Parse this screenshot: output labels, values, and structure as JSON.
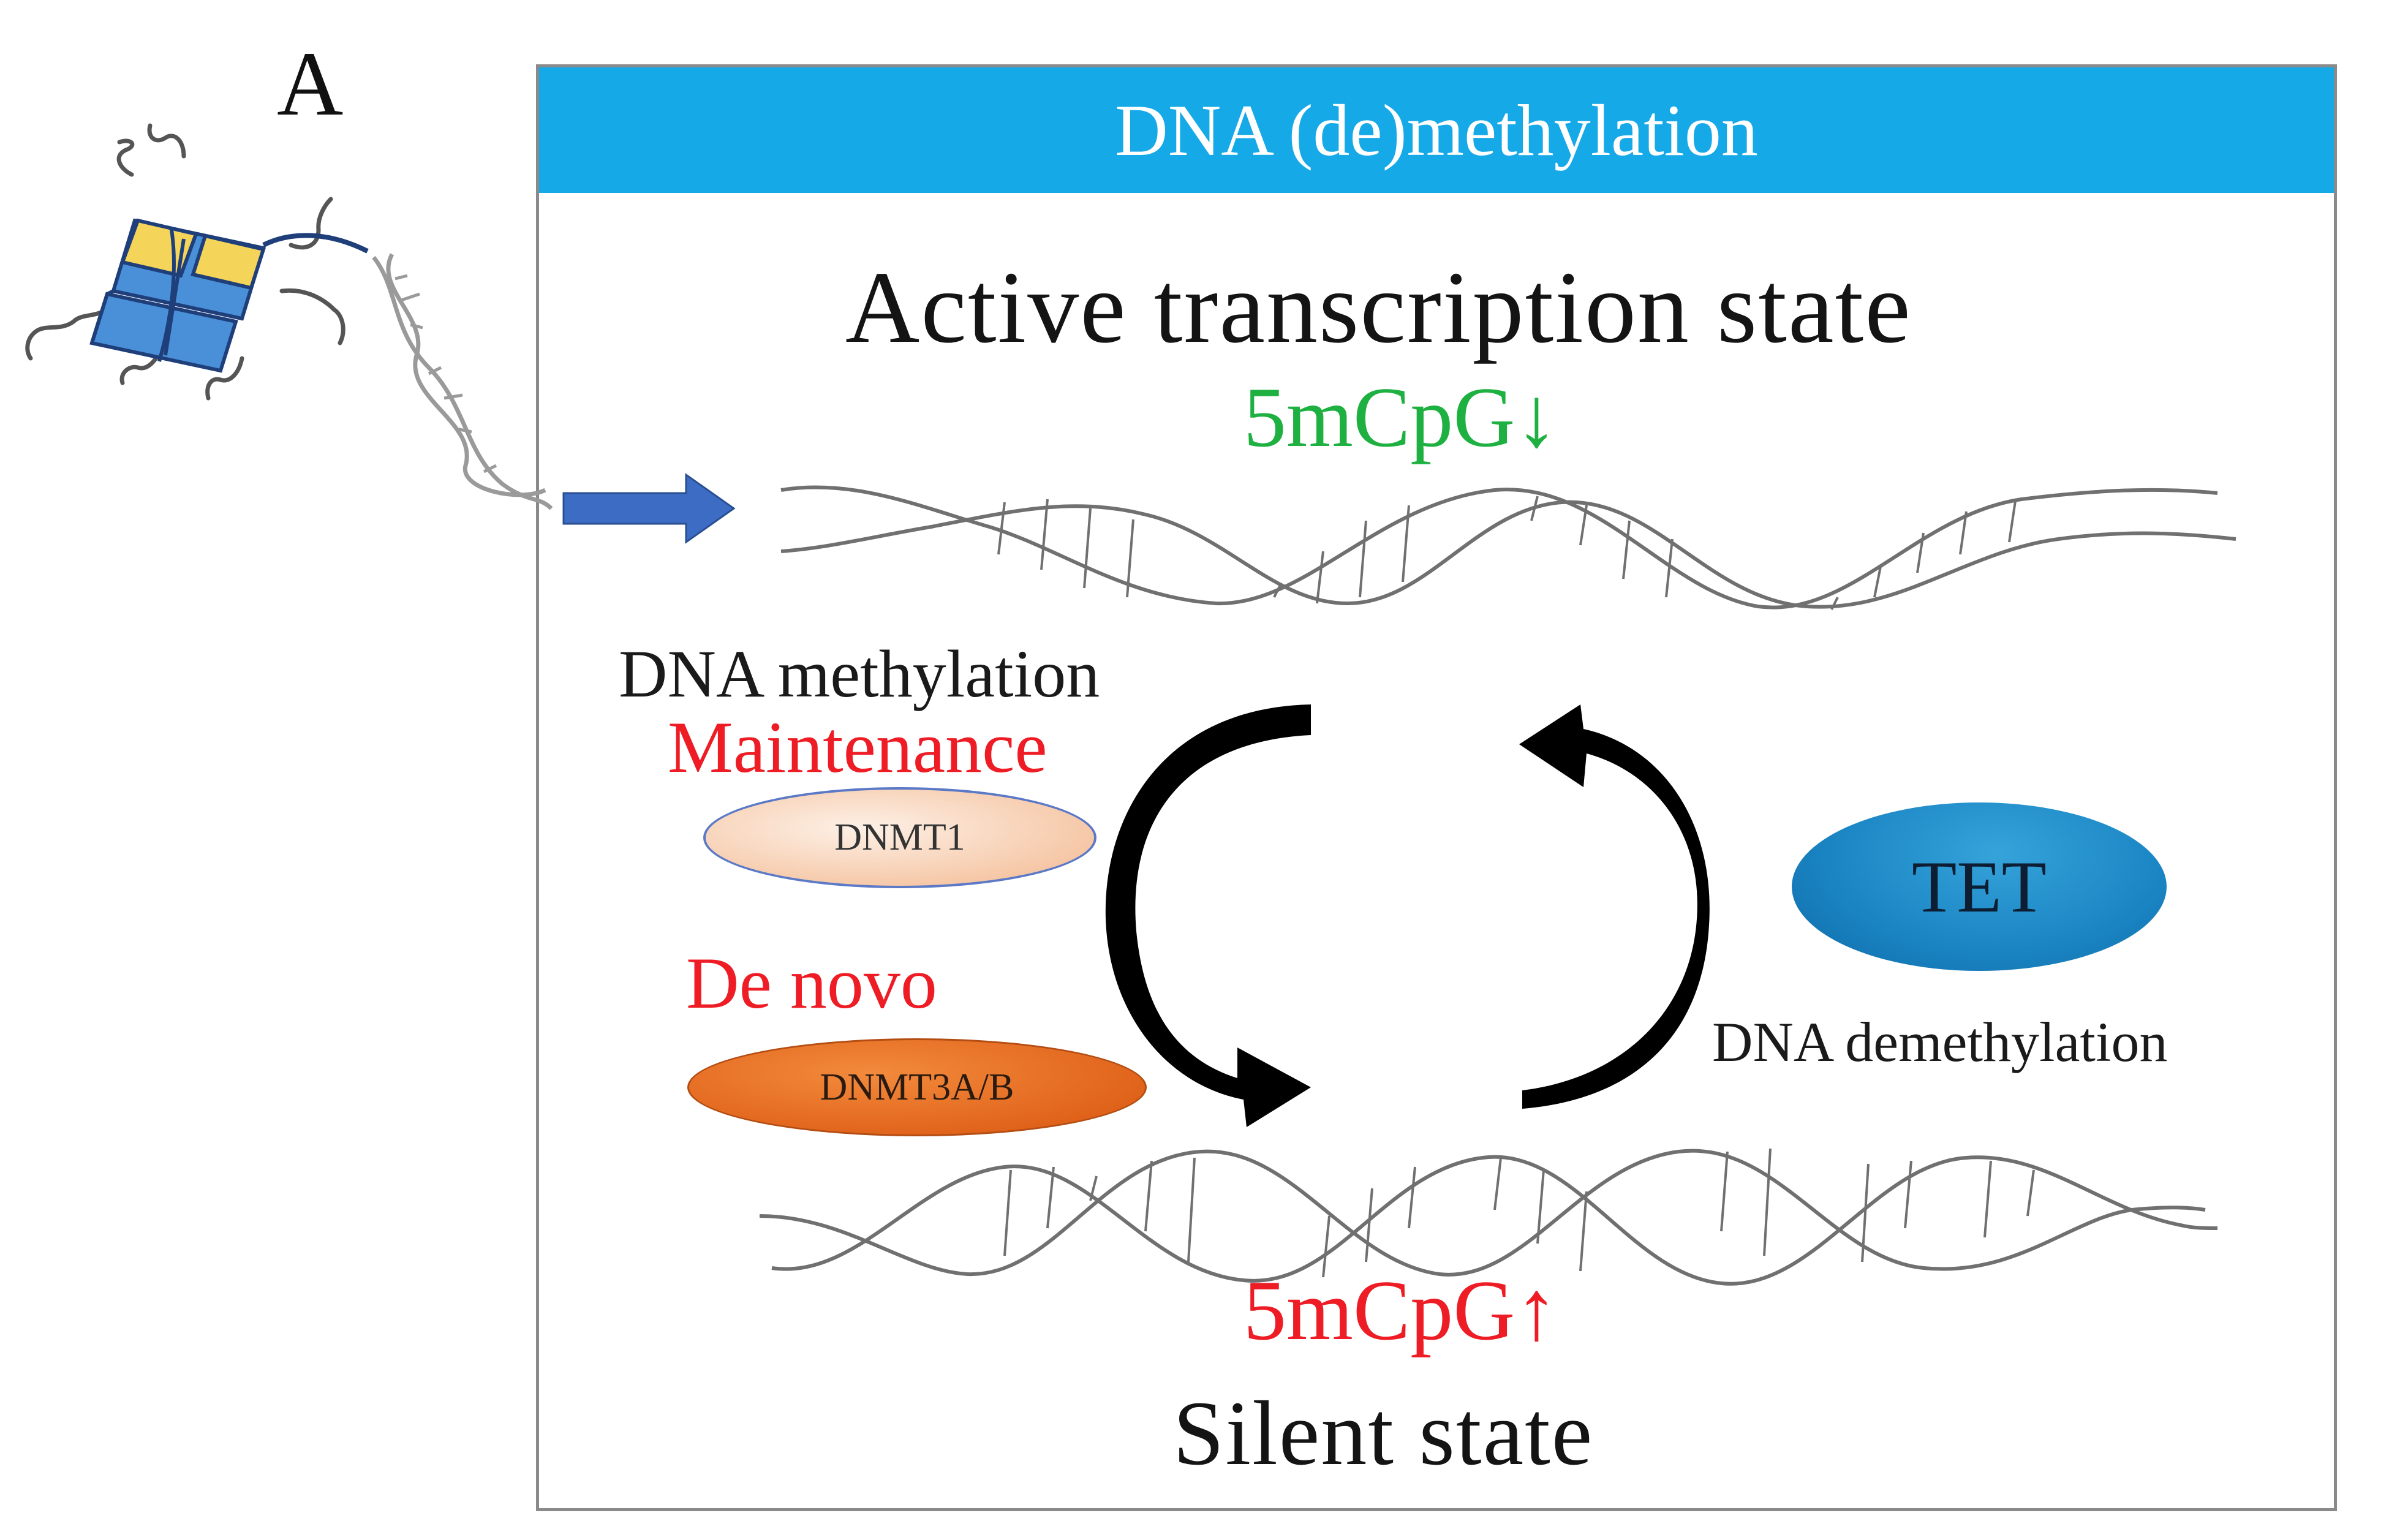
{
  "figure": {
    "panel_label": "A",
    "header_title": "DNA (de)methylation",
    "active_state": {
      "title": "Active transcription state",
      "methylation_level": "5mCpG↓"
    },
    "silent_state": {
      "title": "Silent state",
      "methylation_level": "5mCpG↑"
    },
    "methylation": {
      "label": "DNA methylation",
      "maintenance_label": "Maintenance",
      "maintenance_enzyme": "DNMT1",
      "denovo_label": "De novo",
      "denovo_enzyme": "DNMT3A/B"
    },
    "demethylation": {
      "label": "DNA demethylation",
      "enzyme": "TET"
    }
  },
  "colors": {
    "header_bg": "#16a9e7",
    "decrease_green": "#1eb040",
    "increase_red": "#ee1c25",
    "pointer_arrow": "#3d6cc4",
    "nucleosome_yellow": "#f5d45a",
    "nucleosome_blue": "#4a90d9"
  },
  "icons": [
    "nucleosome-icon",
    "dna-helix-icon",
    "cycle-arrow-icon",
    "pointer-arrow-icon"
  ]
}
